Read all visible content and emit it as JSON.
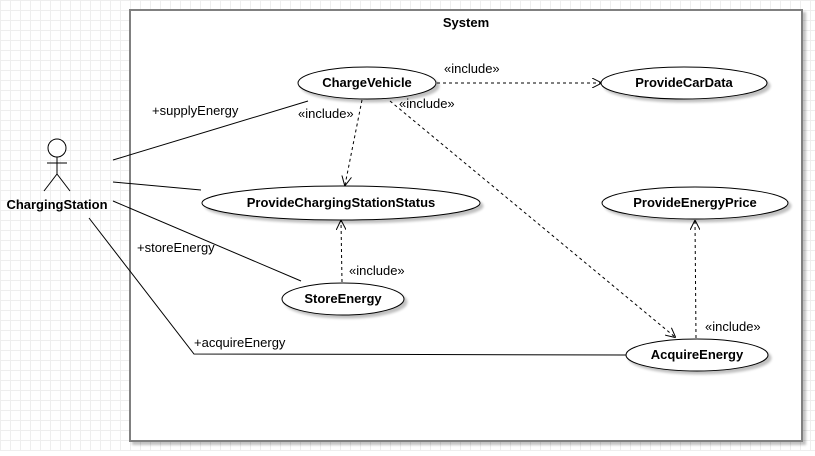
{
  "diagram": {
    "system": {
      "title": "System"
    },
    "actor": {
      "name": "ChargingStation"
    },
    "use_cases": {
      "charge_vehicle": "ChargeVehicle",
      "provide_car_data": "ProvideCarData",
      "provide_charging_station_status": "ProvideChargingStationStatus",
      "provide_energy_price": "ProvideEnergyPrice",
      "store_energy": "StoreEnergy",
      "acquire_energy": "AcquireEnergy"
    },
    "associations": {
      "supply_energy": "+supplyEnergy",
      "store_energy": "+storeEnergy",
      "acquire_energy": "+acquireEnergy"
    },
    "includes": {
      "charge_to_cardata": "«include»",
      "charge_to_status": "«include»",
      "charge_to_acquire": "«include»",
      "store_to_status": "«include»",
      "acquire_to_price": "«include»"
    }
  }
}
